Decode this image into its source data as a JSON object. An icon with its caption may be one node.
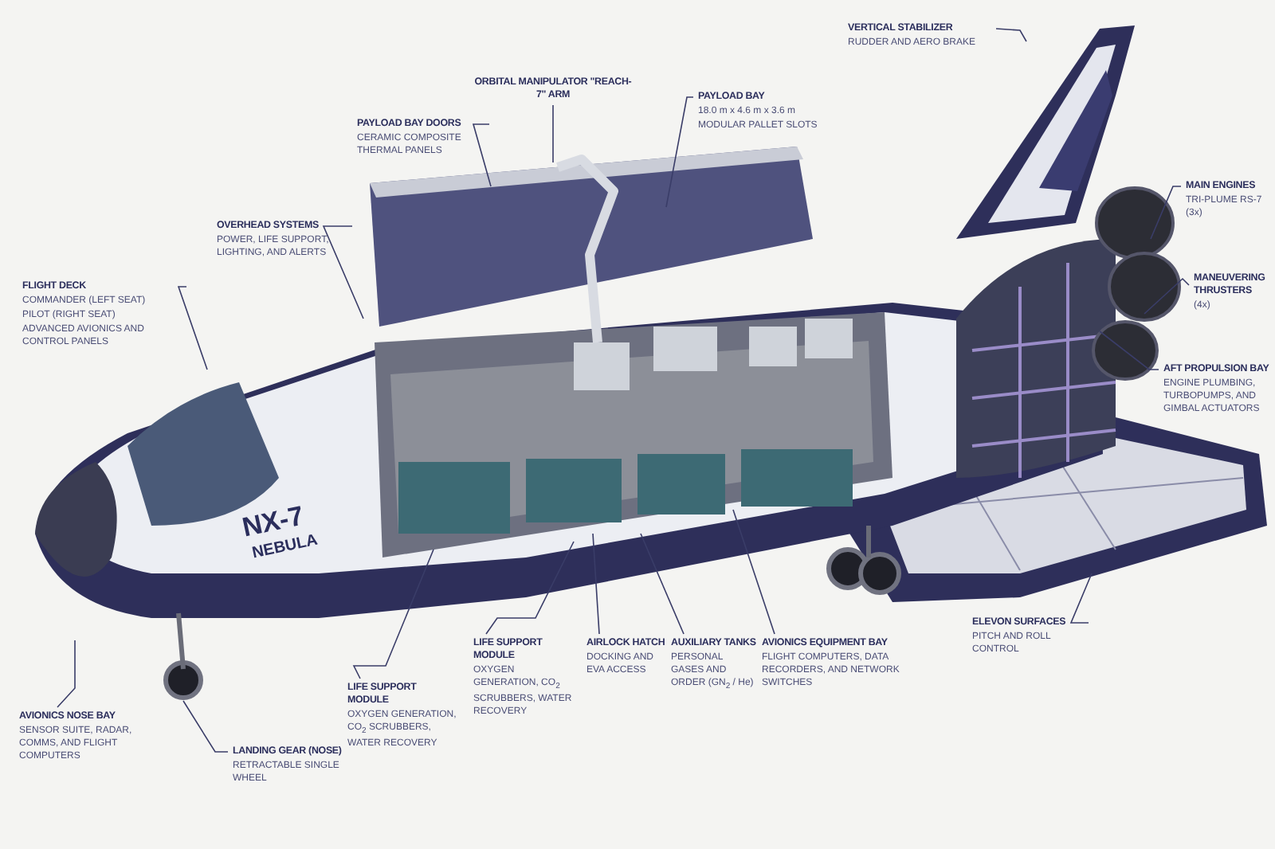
{
  "diagram": {
    "nodes": [
      {
        "text": [
          "VERTICAL STABILIZER",
          "RUDDER AND AERO BRAKE"
        ]
      },
      {
        "text": [
          "ORBITAL MANIPULATOR \"REACH-7\" ARM"
        ]
      },
      {
        "text": [
          "PAYLOAD BAY",
          "18.0 m x 4.6 m x 3.6 m",
          "MODULAR PALLET SLOTS"
        ]
      },
      {
        "text": [
          "PAYLOAD BAY DOORS",
          "CERAMIC COMPOSITE THERMAL PANELS"
        ]
      },
      {
        "text": [
          "MAIN ENGINES",
          "TRI-PLUME RS-7 (3x)"
        ]
      },
      {
        "text": [
          "OVERHEAD SYSTEMS",
          "POWER, LIFE SUPPORT, LIGHTING, AND ALERTS"
        ]
      },
      {
        "text": [
          "MANEUVERING THRUSTERS",
          "(4x)"
        ]
      },
      {
        "text": [
          "FLIGHT DECK",
          "COMMANDER (LEFT SEAT)",
          "PILOT (RIGHT SEAT)",
          "ADVANCED AVIONICS AND CONTROL PANELS"
        ]
      },
      {
        "text": [
          "AFT PROPULSION BAY",
          "ENGINE PLUMBING, TURBOPUMPS, AND GIMBAL ACTUATORS"
        ]
      },
      {
        "text": [
          "ELEVON SURFACES",
          "PITCH AND ROLL CONTROL"
        ]
      },
      {
        "text": [
          "LIFE SUPPORT MODULE",
          "OXYGEN GENERATION, CO$_{2}$ SCRUBBERS, WATER RECOVERY"
        ]
      },
      {
        "text": [
          "AIRLOCK HATCH",
          "DOCKING AND EVA ACCESS"
        ]
      },
      {
        "text": [
          "AUXILIARY TANKS",
          "PERSONAL GASES AND ORDER (GN$_{2}$ / He)"
        ]
      },
      {
        "text": [
          "AVIONICS EQUIPMENT BAY",
          "FLIGHT COMPUTERS, DATA RECORDERS, AND NETWORK SWITCHES"
        ]
      },
      {
        "text": [
          "LIFE SUPPORT MODULE",
          "OXYGEN GENERATION, CO$_{2}$ SCRUBBERS, WATER RECOVERY"
        ]
      },
      {
        "text": [
          "AVIONICS NOSE BAY",
          "SENSOR SUITE, RADAR, COMMS, AND FLIGHT COMPUTERS"
        ]
      },
      {
        "text": [
          "LANDING GEAR (NOSE)",
          "RETRACTABLE SINGLE WHEEL"
        ]
      }
    ],
    "edges": [
      {
        "from": 0,
        "to": null,
        "arrow": "none"
      },
      {
        "from": 1,
        "to": null,
        "arrow": "none"
      },
      {
        "from": 2,
        "to": null,
        "arrow": "none"
      },
      {
        "from": 3,
        "to": null,
        "arrow": "none"
      },
      {
        "from": 4,
        "to": null,
        "arrow": "none"
      },
      {
        "from": 5,
        "to": null,
        "arrow": "none"
      },
      {
        "from": 6,
        "to": null,
        "arrow": "none"
      },
      {
        "from": 7,
        "to": null,
        "arrow": "none"
      },
      {
        "from": 8,
        "to": null,
        "arrow": "none"
      },
      {
        "from": 9,
        "to": null,
        "arrow": "none"
      },
      {
        "from": 10,
        "to": null,
        "arrow": "none"
      },
      {
        "from": 11,
        "to": null,
        "arrow": "none"
      },
      {
        "from": 12,
        "to": null,
        "arrow": "none"
      },
      {
        "from": 13,
        "to": null,
        "arrow": "none"
      },
      {
        "from": 14,
        "to": null,
        "arrow": "none"
      },
      {
        "from": 15,
        "to": null,
        "arrow": "none"
      },
      {
        "from": 16,
        "to": null,
        "arrow": "none"
      }
    ],
    "labels": [
      "NX-7",
      "NEBULA"
    ]
  }
}
